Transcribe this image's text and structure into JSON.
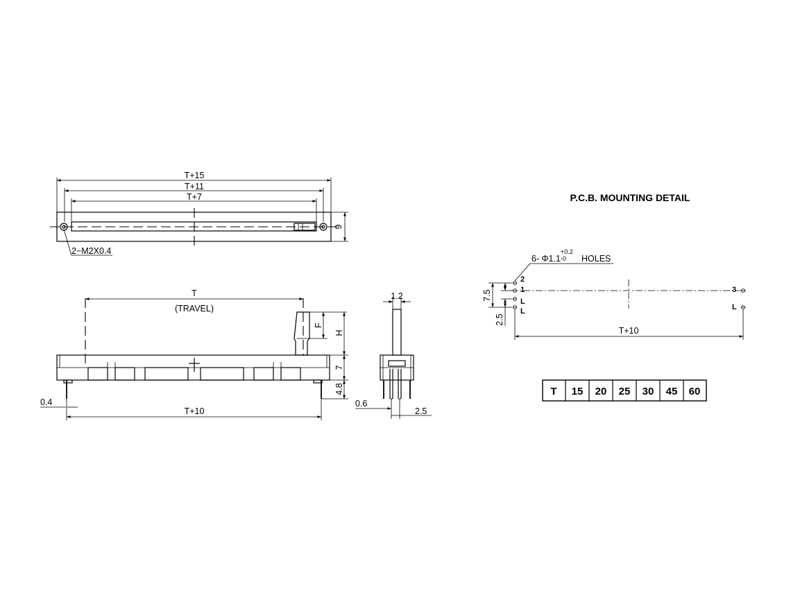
{
  "top_view": {
    "dim_overall": "T+15",
    "dim_mid": "T+11",
    "dim_inner": "T+7",
    "dim_height": "9",
    "screw_callout": "2−M2X0.4"
  },
  "side_view": {
    "travel_label": "T",
    "travel_sub": "(TRAVEL)",
    "dim_f": "F",
    "dim_h": "H",
    "dim_body": "7",
    "dim_pin": "4.8",
    "dim_pin_width": "0.4",
    "dim_pin_span": "T+10"
  },
  "end_view": {
    "dim_lever": "1.2",
    "dim_pin": "0.6",
    "dim_pitch": "2.5"
  },
  "pcb": {
    "title": "P.C.B. MOUNTING DETAIL",
    "holes_prefix": "6- Φ1.1",
    "tol_upper": "+0.2",
    "tol_lower": "-0",
    "holes_suffix": "HOLES",
    "pin_2": "2",
    "pin_1": "1",
    "pin_3": "3",
    "pin_l": "L",
    "dim_v1": "7.5",
    "dim_v2": "2.5",
    "dim_span": "T+10"
  },
  "travel_table": {
    "header": "T",
    "values": [
      "15",
      "20",
      "25",
      "30",
      "45",
      "60"
    ]
  }
}
